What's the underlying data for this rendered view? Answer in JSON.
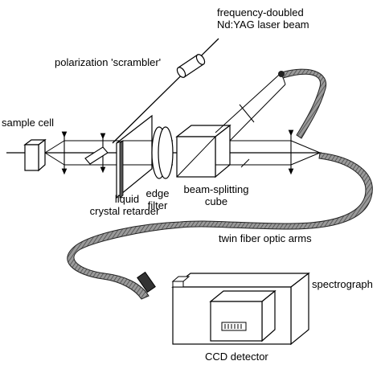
{
  "labels": {
    "laser_line1": "frequency-doubled",
    "laser_line2": "Nd:YAG laser beam",
    "scrambler": "polarization 'scrambler'",
    "sample_cell": "sample cell",
    "retarder_line1": "liquid",
    "retarder_line2": "crystal retarder",
    "edge_filter_line1": "edge",
    "edge_filter_line2": "filter",
    "beam_splitter_line1": "beam-splitting",
    "beam_splitter_line2": "cube",
    "fiber_arms": "twin fiber optic arms",
    "spectrograph": "spectrograph",
    "ccd": "CCD detector"
  },
  "colors": {
    "line": "#000000",
    "fiber_fill": "#8a8a8a",
    "fiber_dark": "#3a3a3a",
    "background": "#ffffff"
  }
}
